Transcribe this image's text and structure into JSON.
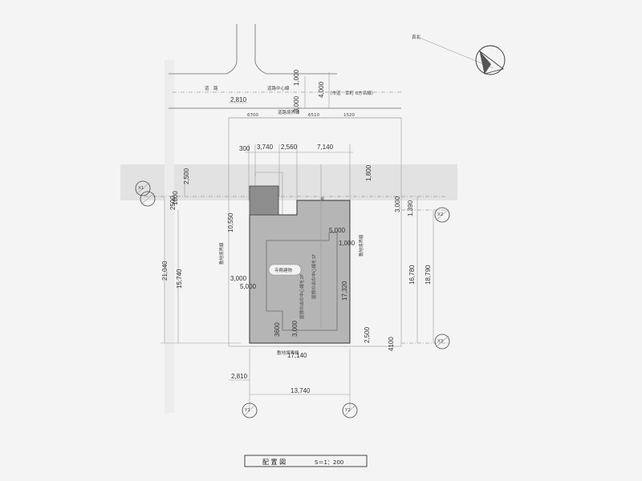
{
  "title_block": {
    "title": "配 置 図",
    "scale": "S＝1：200"
  },
  "labels": {
    "north": "真北",
    "road": "道　路",
    "road_center": "道路中心線",
    "road_detail": "（市道　幸町 6方名線）",
    "boundary_top": "道路境界線",
    "boundary_bottom": "敷地境界線",
    "boundary_left": "敷地境界線",
    "boundary_right": "敷地境界線",
    "building": "寺務建物",
    "setback_note_1": "屋根の出の中心線を1F",
    "setback_note_2": "屋根の出の中心線を2F",
    "small_mark": "Ⅲ"
  },
  "dimensions": {
    "top_road_6700": "6700",
    "top_road_6510": "6510",
    "top_road_1520": "1520",
    "road_1000": "1,000",
    "road_4000": "4,000",
    "road_3000": "3,000",
    "offset_2810": "2,810",
    "bottom_2810": "2,810",
    "top_300": "300",
    "top_3740": "3,740",
    "top_2560": "2,560",
    "top_7140": "7,140",
    "left_2500": "2,500",
    "left_10550": "10,550",
    "left_21040": "21,040",
    "left_15740": "15,740",
    "right_3000": "3,000",
    "right_1390": "1,390",
    "right_16780": "16,780",
    "right_18790": "18,790",
    "right_2500": "2,500",
    "right_1800": "1,800",
    "right_4100": "4100",
    "inner_5000_a": "5,000",
    "inner_1000": "1,000",
    "inner_3000": "3,000",
    "inner_5000_b": "5,000",
    "inner_3600": "3600",
    "inner_3000_b": "3,000",
    "inner_17320": "17,320",
    "bottom_17140": "17,140",
    "bottom_13740": "13,740",
    "left_small_1800": "1800",
    "left_small_2500": "2500"
  },
  "grid_marks": {
    "left": "X1",
    "right": "X2",
    "bottom_left": "Y1",
    "bottom_right": "Y2",
    "right_bottom": "X3"
  },
  "colors": {
    "building_fill": "#b5b5b5",
    "hatch_fill": "#8d8d8d",
    "paper": "#f4f4f4",
    "band": "#e4e4e4"
  }
}
